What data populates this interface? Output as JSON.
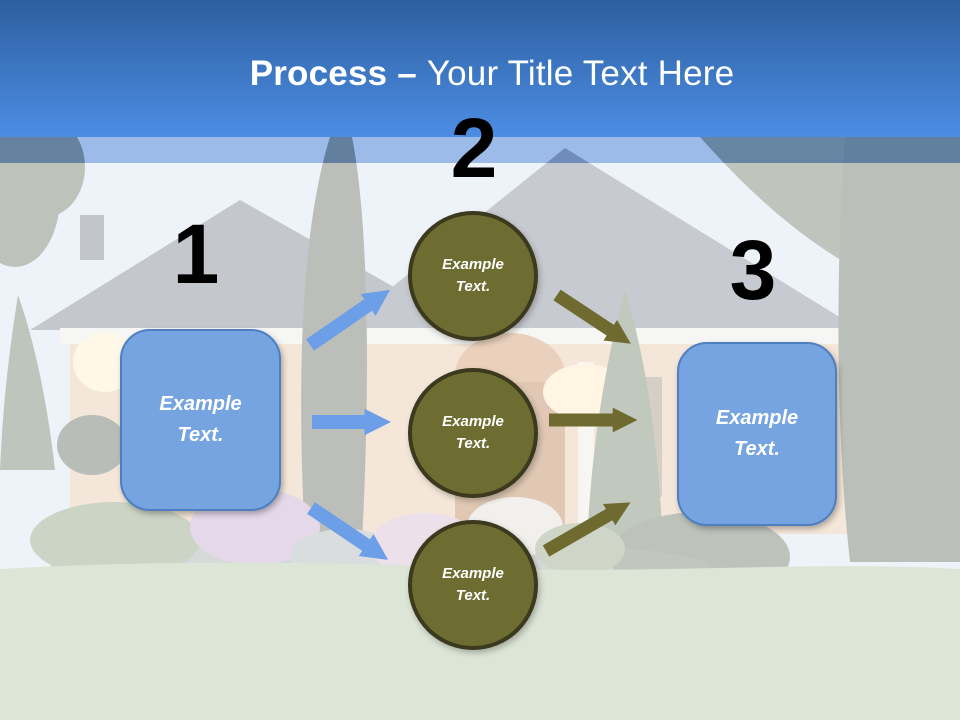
{
  "slide": {
    "title": {
      "bold": "Process – ",
      "regular": "Your Title Text Here"
    },
    "steps": [
      {
        "number": "1",
        "label": "Example Text."
      },
      {
        "number": "2",
        "items": [
          {
            "label": "Example Text."
          },
          {
            "label": "Example Text."
          },
          {
            "label": "Example Text."
          }
        ]
      },
      {
        "number": "3",
        "label": "Example Text."
      }
    ],
    "colors": {
      "header_top": "#2d5f9f",
      "header_bottom": "#4c8de4",
      "sub_band": "#78a2e6",
      "box_fill": "#76a4e0",
      "box_border": "#4e7fc0",
      "box_text": "#ffffff",
      "circle_fill": "#6e6d31",
      "circle_border": "#3b3a1e",
      "circle_text": "#ffffff",
      "arrow_blue": "#6d9ee8",
      "arrow_olive": "#6f6b30",
      "number": "#000000",
      "title_text": "#ffffff"
    }
  }
}
